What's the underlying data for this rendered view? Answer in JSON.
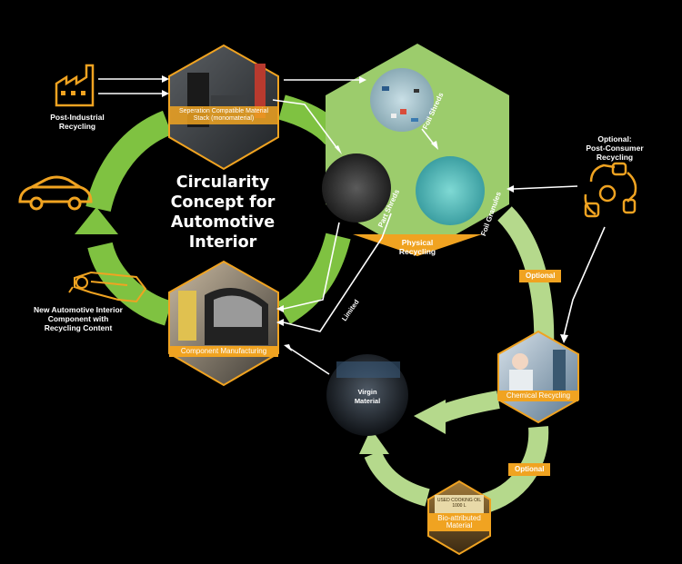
{
  "title": {
    "line1": "Circularity",
    "line2": "Concept for",
    "line3": "Automotive",
    "line4": "Interior"
  },
  "labels": {
    "post_industrial_1": "Post-Industrial",
    "post_industrial_2": "Recycling",
    "post_consumer_1": "Optional:",
    "post_consumer_2": "Post-Consumer",
    "post_consumer_3": "Recycling",
    "new_component_1": "New Automotive Interior",
    "new_component_2": "Component with",
    "new_component_3": "Recycling Content",
    "separation_1": "Seperation Compatible Material",
    "separation_2": "Stack (monomaterial)",
    "component_manufacturing": "Component Manufacturing",
    "foil_shreds": "Foil Shreds",
    "part_shreds": "Part Shreds",
    "foil_granules": "Foil Granules",
    "physical_recycling_1": "Physical",
    "physical_recycling_2": "Recycling",
    "limited": "Limited",
    "optional_1": "Optional",
    "optional_2": "Optional",
    "virgin_material_1": "Virgin",
    "virgin_material_2": "Material",
    "chemical_recycling": "Chemical Recycling",
    "bio_attributed_1": "Bio-attributed",
    "bio_attributed_2": "Material",
    "cooking_oil_1": "USED COOKING OIL",
    "cooking_oil_2": "1000 L"
  },
  "colors": {
    "background": "#000000",
    "green": "#7fc241",
    "light_green": "#b5d98c",
    "hex_green": "#9ccc6c",
    "orange": "#f0a321"
  },
  "icons": [
    "factory-icon",
    "car-icon",
    "recycle-hands-icon",
    "dashboard-part-icon"
  ]
}
